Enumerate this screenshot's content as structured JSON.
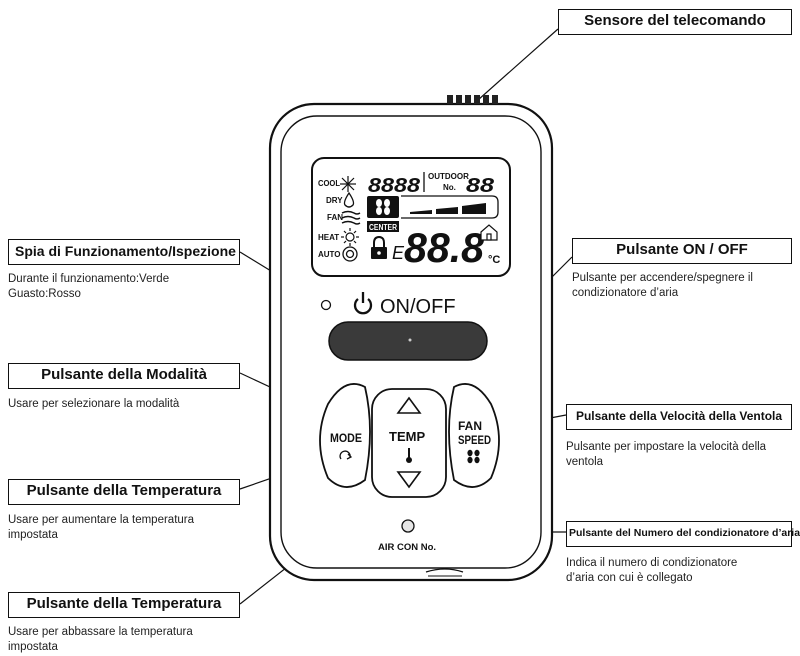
{
  "callouts": {
    "sensor": {
      "title": "Sensore del telecomando"
    },
    "indicator": {
      "title": "Spia di Funzionamento/Ispezione",
      "desc": "Durante il funzionamento:Verde\nGuasto:Rosso"
    },
    "onoff": {
      "title": "Pulsante ON / OFF",
      "desc": "Pulsante per accendere/spegnere il\ncondizionatore d’aria"
    },
    "mode": {
      "title": "Pulsante della Modalità",
      "desc": "Usare per selezionare la modalità"
    },
    "fan_speed": {
      "title": "Pulsante della Velocità della Ventola",
      "desc": "Pulsante per impostare la velocità della\nventola"
    },
    "temp_up": {
      "title": "Pulsante della Temperatura",
      "desc": "Usare per aumentare la temperatura\nimpostata"
    },
    "aircon_no": {
      "title": "Pulsante del Numero del condizionatore d’aria",
      "desc": "Indica il numero di condizionatore\nd’aria con cui è collegato"
    },
    "temp_down": {
      "title": "Pulsante della Temperatura",
      "desc": "Usare per abbassare la temperatura\nimpostata"
    }
  },
  "device": {
    "lcd": {
      "mode_labels": [
        "COOL",
        "DRY",
        "FAN",
        "HEAT",
        "AUTO"
      ],
      "top_digits": "8888",
      "outdoor_label": "OUTDOOR",
      "outdoor_no_label": "No.",
      "outdoor_digits": "88",
      "center_label": "CENTER",
      "error_prefix": "E",
      "main_digits": "88.8",
      "unit": "°C"
    },
    "onoff_label": "ON/OFF",
    "mode_label": "MODE",
    "temp_label": "TEMP",
    "fan_label": "FAN",
    "speed_label": "SPEED",
    "aircon_label": "AIR CON No."
  },
  "colors": {
    "ink": "#111111",
    "button_dark": "#3a3a3a",
    "lcd_bg": "#ffffff"
  }
}
